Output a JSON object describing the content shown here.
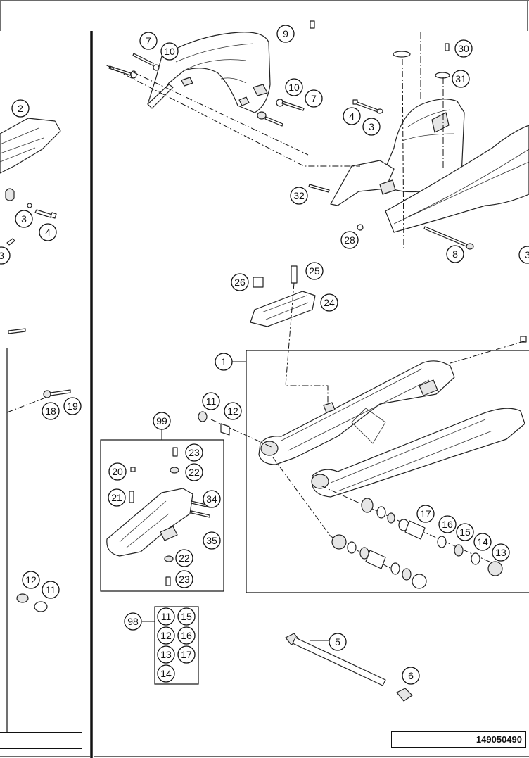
{
  "diagram": {
    "reference_number": "149050490",
    "callouts": [
      "1",
      "2",
      "3",
      "3",
      "3",
      "4",
      "4",
      "5",
      "6",
      "7",
      "7",
      "8",
      "9",
      "10",
      "10",
      "11",
      "11",
      "11",
      "12",
      "12",
      "12",
      "13",
      "13",
      "14",
      "14",
      "15",
      "15",
      "16",
      "16",
      "17",
      "17",
      "18",
      "19",
      "20",
      "21",
      "22",
      "22",
      "23",
      "23",
      "24",
      "25",
      "26",
      "28",
      "30",
      "31",
      "32",
      "34",
      "35",
      "98",
      "99"
    ],
    "kit_98_members": [
      "11",
      "15",
      "12",
      "16",
      "13",
      "17",
      "14"
    ]
  }
}
